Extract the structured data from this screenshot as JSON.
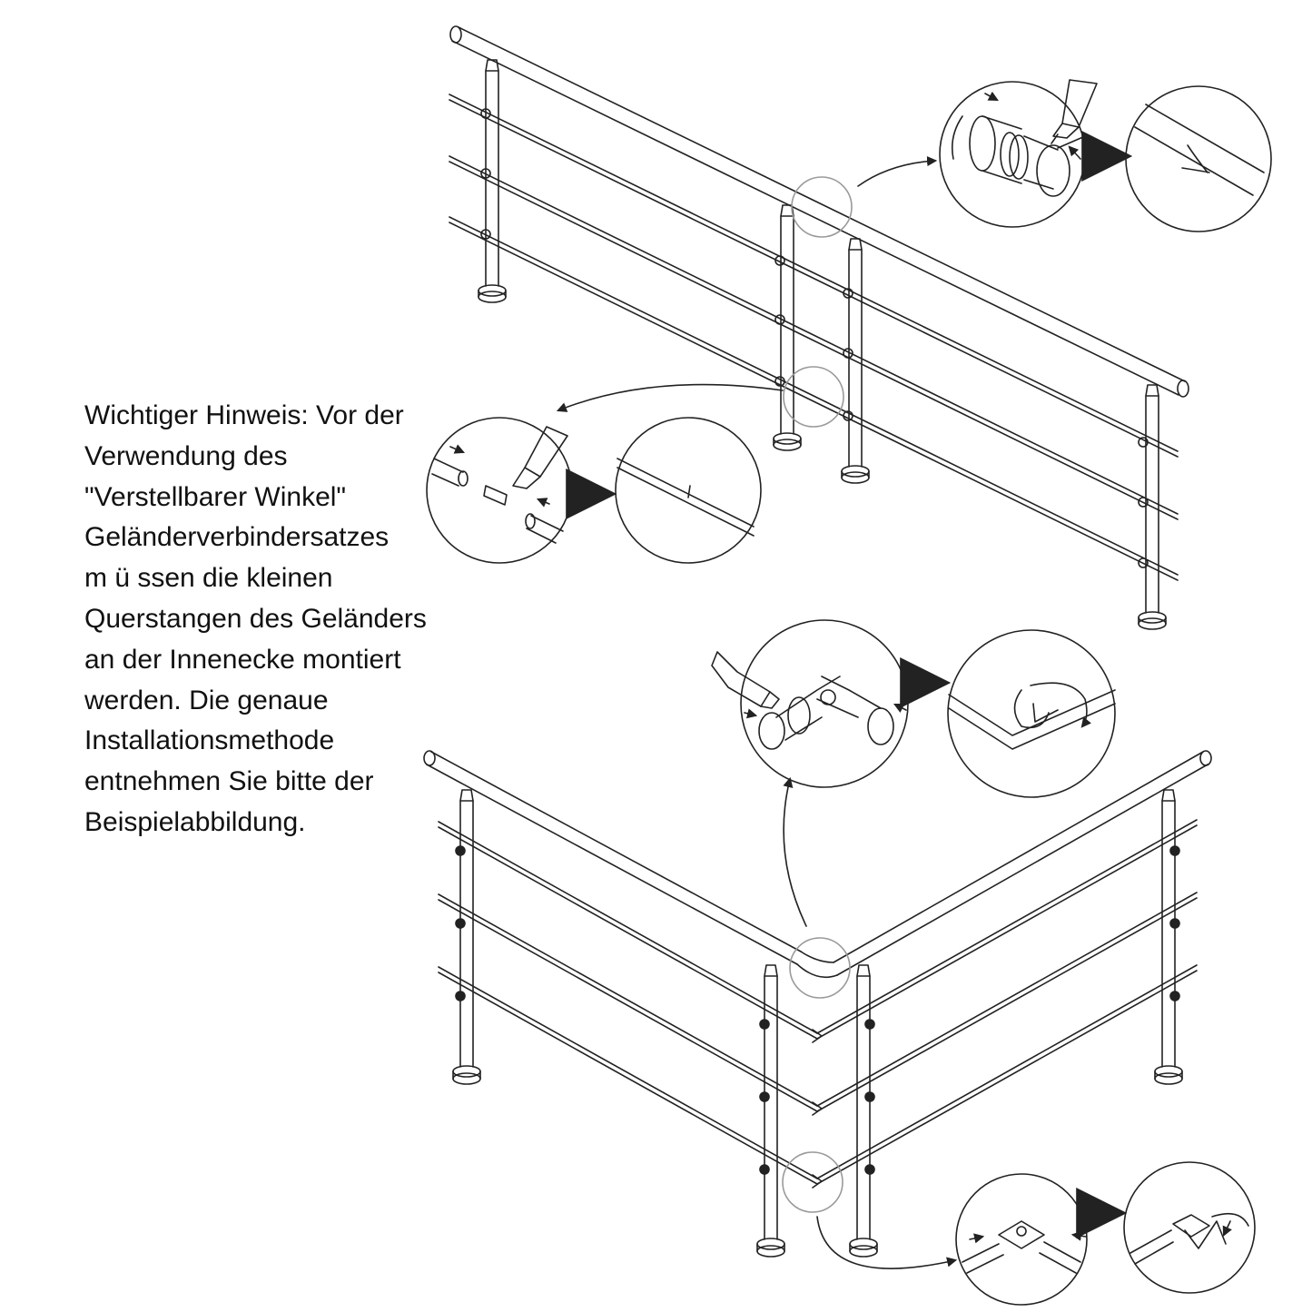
{
  "note": {
    "lines": [
      "Wichtiger Hinweis: Vor der",
      "Verwendung des",
      "\"Verstellbarer Winkel\"",
      "Geländerverbindersatzes",
      "m ü ssen die kleinen",
      "Querstangen des Geländers",
      "an der Innenecke montiert",
      "werden. Die genaue",
      "Installationsmethode",
      "entnehmen Sie bitte der",
      "Beispielabbildung."
    ]
  },
  "colors": {
    "line": "#222222",
    "highlight": "#9a9a9a",
    "text": "#111111"
  }
}
